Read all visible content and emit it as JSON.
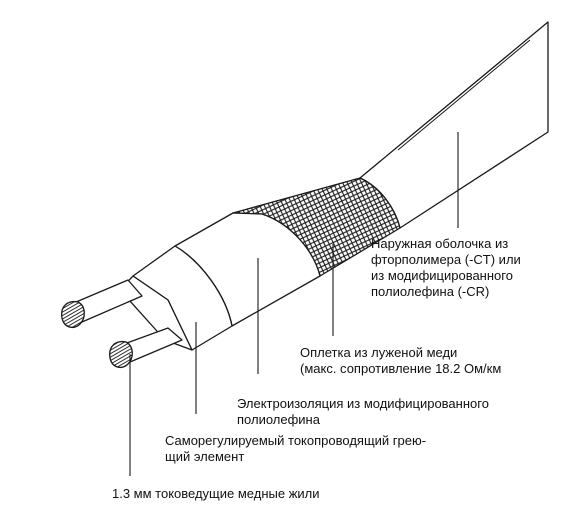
{
  "labels": {
    "outer_jacket": [
      "Наружная оболочка из",
      "фторполимера (-CT) или",
      "из модифицированного",
      "полиолефина (-CR)"
    ],
    "braid": [
      "Оплетка из луженой меди",
      "(макс. сопротивление 18.2 Ом/км"
    ],
    "insulation": [
      "Электроизоляция из модифицированного",
      "полиолефина"
    ],
    "core": [
      "Саморегулируемый токопроводящий грею-",
      "щий элемент"
    ],
    "conductors": [
      "1.3 мм токоведущие медные жили"
    ]
  },
  "colors": {
    "stroke": "#1a1a1a",
    "fill": "#ffffff",
    "text": "#111111"
  }
}
